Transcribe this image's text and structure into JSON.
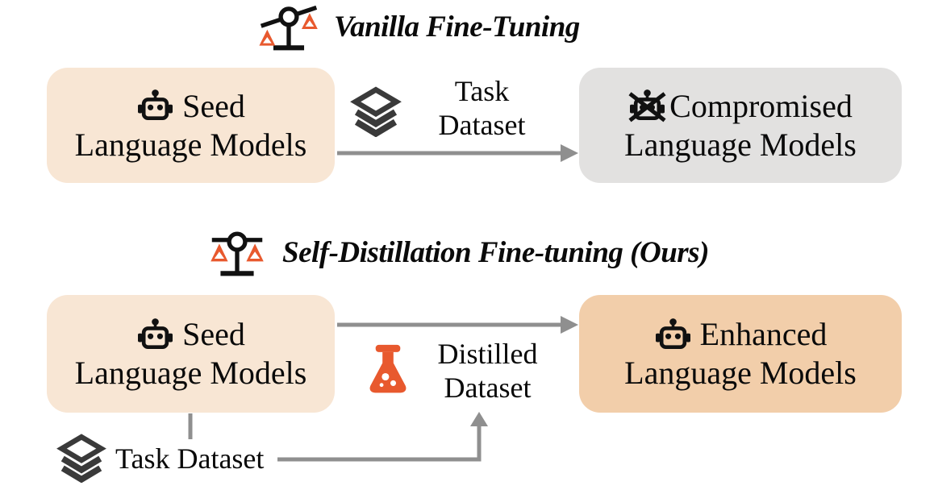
{
  "figure": {
    "type": "comparison-flow-diagram",
    "background": "#ffffff"
  },
  "colors": {
    "seed_box_bg": "#F8E6D4",
    "enhanced_box_bg": "#F2CEAA",
    "compromised_box_bg": "#E2E1E0",
    "arrow_gray": "#8F8F8F",
    "icon_dark_gray": "#3A3A3A",
    "accent_orange": "#E8592E",
    "text": "#0A0A0A"
  },
  "sections": {
    "vanilla": {
      "title": "Vanilla Fine-Tuning",
      "title_icon": "unbalanced-scale-icon",
      "seed_box": {
        "icon": "robot-icon",
        "line1": "Seed",
        "line2": "Language Models"
      },
      "dataset_label": {
        "icon": "layers-icon",
        "line1": "Task",
        "line2": "Dataset"
      },
      "result_box": {
        "icon": "crossed-robot-icon",
        "line1": "Compromised",
        "line2": "Language Models"
      },
      "flow": "seed-box -> (task dataset) -> compromised-box"
    },
    "sdft": {
      "title": "Self-Distillation Fine-tuning (Ours)",
      "title_icon": "balanced-scale-icon",
      "seed_box": {
        "icon": "robot-icon",
        "line1": "Seed",
        "line2": "Language Models"
      },
      "distilled_label": {
        "icon": "flask-icon",
        "line1": "Distilled",
        "line2": "Dataset"
      },
      "result_box": {
        "icon": "robot-icon",
        "line1": "Enhanced",
        "line2": "Language Models"
      },
      "task_dataset_label": "Task Dataset",
      "flow": "seed-box -> enhanced-box; seed-box -> task dataset -> distilled dataset"
    }
  }
}
